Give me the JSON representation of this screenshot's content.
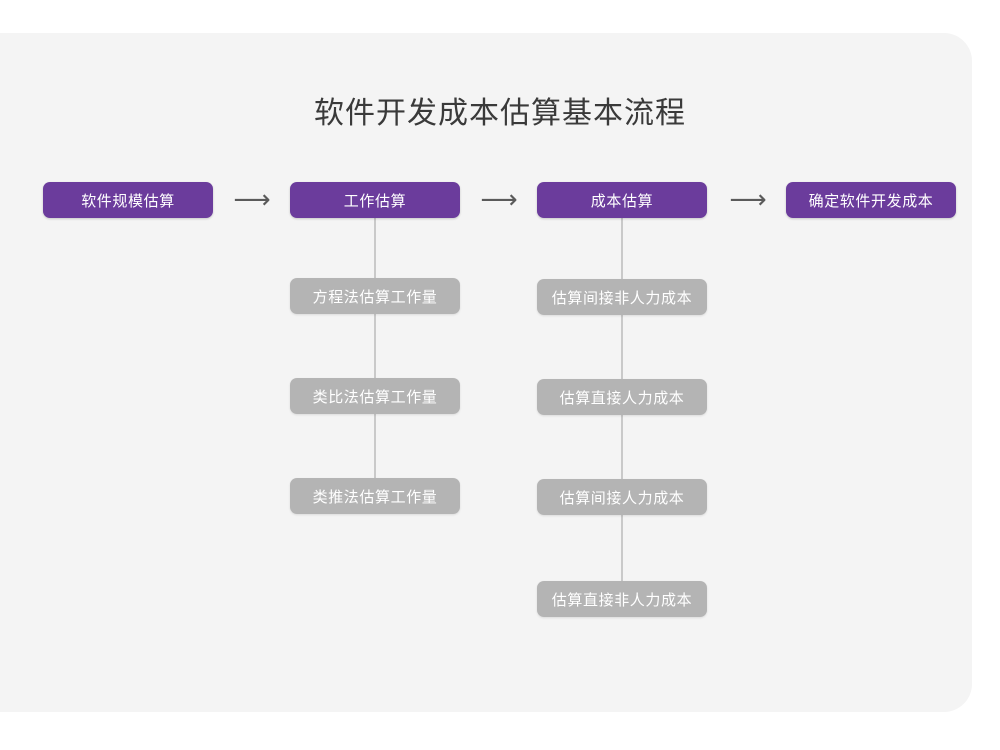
{
  "page": {
    "title": "软件开发成本估算基本流程",
    "background_color": "#ffffff",
    "card_color": "#f4f4f4"
  },
  "theme": {
    "primary_color": "#6b3c9c",
    "secondary_color": "#b4b4b4",
    "title_color": "#3a3a3a",
    "connector_color": "#c9c9c9",
    "node_text_color": "#ffffff"
  },
  "flow": {
    "arrow_glyph": "⟶",
    "stages": [
      {
        "label": "软件规模估算",
        "substeps": []
      },
      {
        "label": "工作估算",
        "substeps": [
          {
            "label": "方程法估算工作量"
          },
          {
            "label": "类比法估算工作量"
          },
          {
            "label": "类推法估算工作量"
          }
        ]
      },
      {
        "label": "成本估算",
        "substeps": [
          {
            "label": "估算间接非人力成本"
          },
          {
            "label": "估算直接人力成本"
          },
          {
            "label": "估算间接人力成本"
          },
          {
            "label": "估算直接非人力成本"
          }
        ]
      },
      {
        "label": "确定软件开发成本",
        "substeps": []
      }
    ]
  }
}
